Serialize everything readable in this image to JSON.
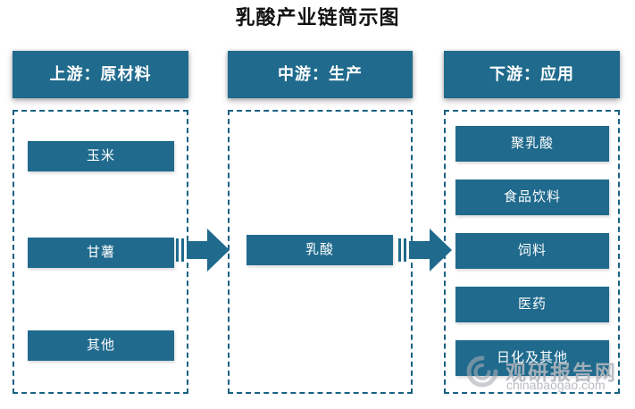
{
  "title": "乳酸产业链简示图",
  "colors": {
    "accent": "#1f6a8d",
    "dashed_border": "#176183",
    "watermark": "#b2b7bd",
    "header_text": "#ffffff",
    "title_text": "#121212"
  },
  "columns": [
    {
      "header": "上游：原材料",
      "items": [
        "玉米",
        "甘薯",
        "其他"
      ]
    },
    {
      "header": "中游：生产",
      "items": [
        "乳酸"
      ]
    },
    {
      "header": "下游：应用",
      "items": [
        "聚乳酸",
        "食品饮料",
        "饲料",
        "医药",
        "日化及其他"
      ]
    }
  ],
  "arrows": [
    {
      "name": "upstream-to-midstream"
    },
    {
      "name": "midstream-to-downstream"
    }
  ],
  "watermark": {
    "name": "观研报告网",
    "domain": "chinabaogao.com"
  }
}
